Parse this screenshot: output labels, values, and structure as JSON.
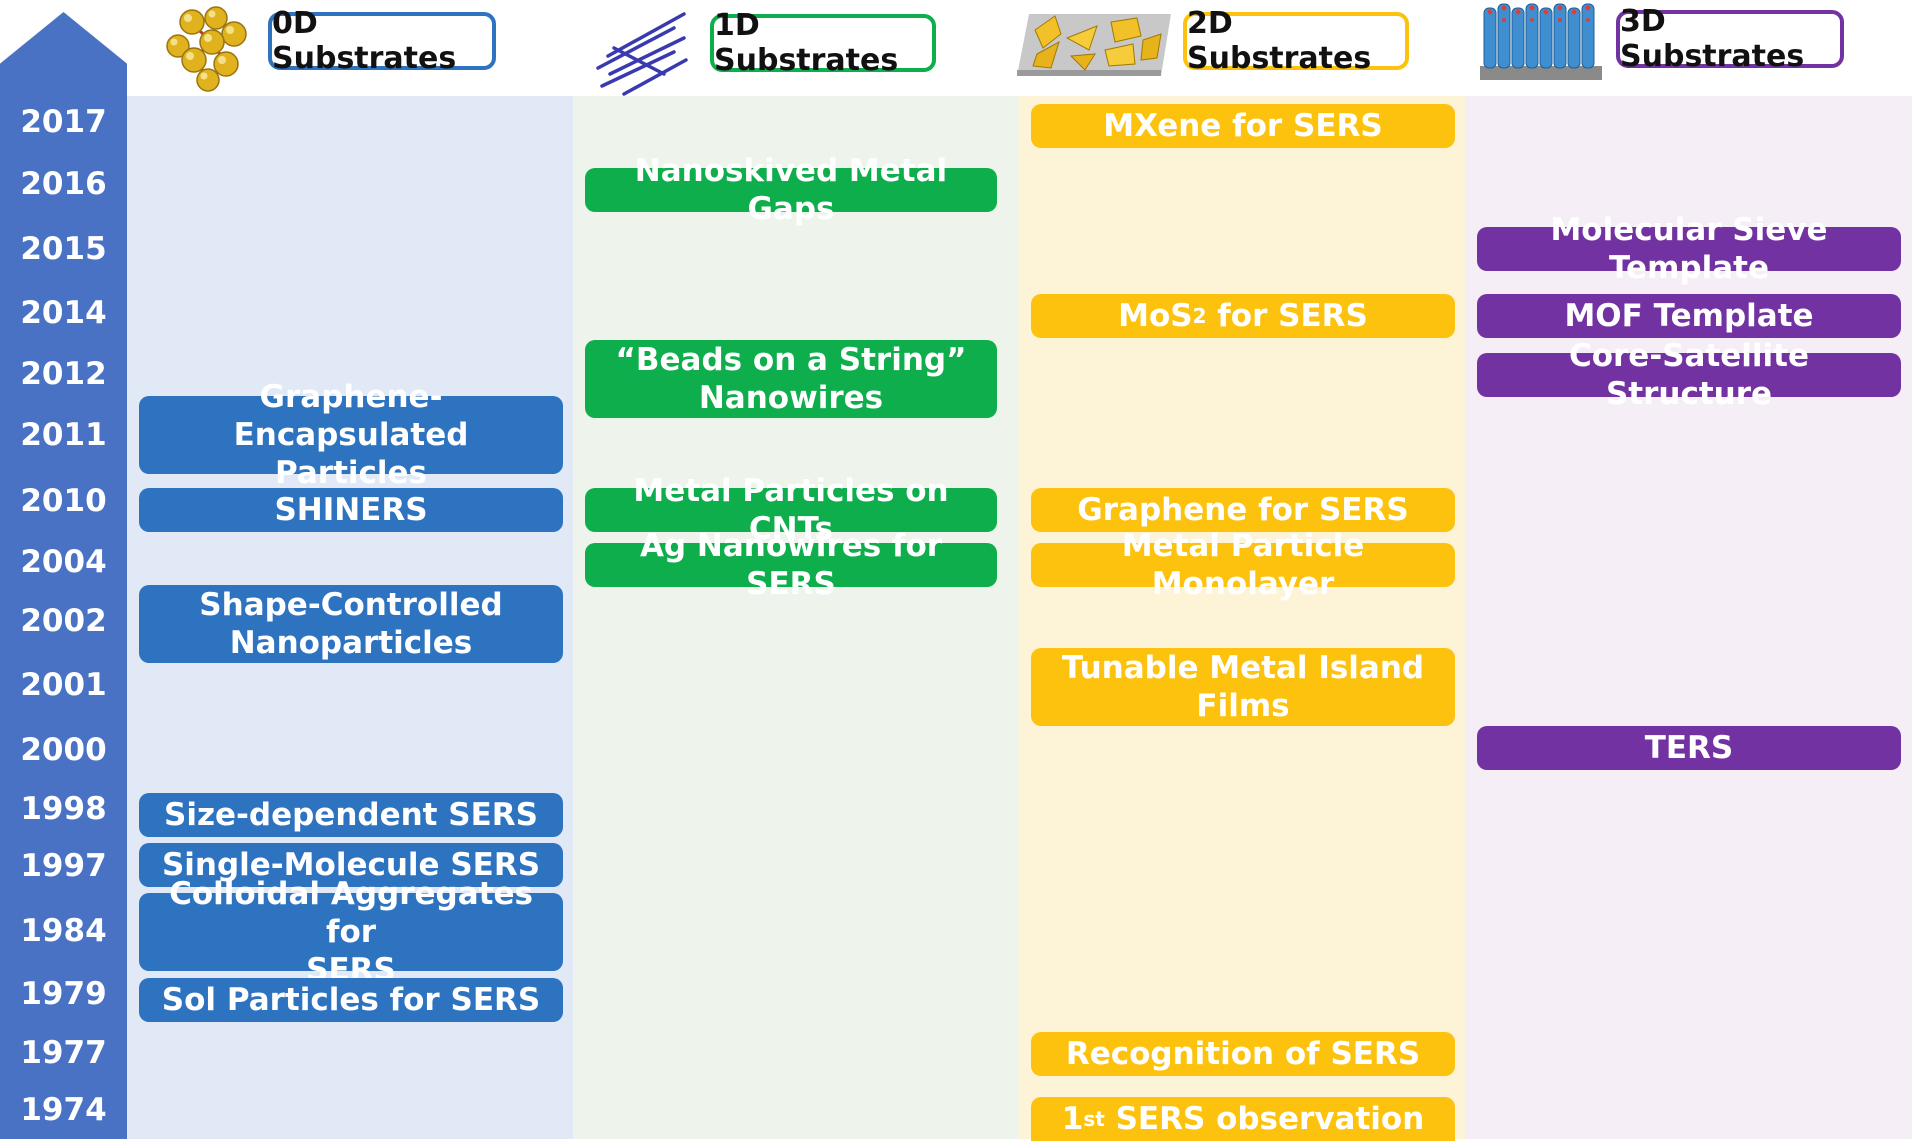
{
  "colors": {
    "axis": "#4a72c4",
    "col0_bg": "#e1e8f6",
    "col1_bg": "#eef4ec",
    "col2_bg": "#fdf3d7",
    "col3_bg": "#f6eef6",
    "box0": "#2e73c0",
    "box1": "#0eae4c",
    "box2": "#fdc20e",
    "box3": "#7232a2"
  },
  "headers": [
    {
      "label": "0D Substrates",
      "icon": "nanoparticle-cluster-icon"
    },
    {
      "label": "1D Substrates",
      "icon": "nanowires-icon"
    },
    {
      "label": "2D Substrates",
      "icon": "nanoplates-film-icon"
    },
    {
      "label": "3D Substrates",
      "icon": "nanopillar-array-icon"
    }
  ],
  "years": [
    "2017",
    "2016",
    "2015",
    "2014",
    "2012",
    "2011",
    "2010",
    "2004",
    "2002",
    "2001",
    "2000",
    "1998",
    "1997",
    "1984",
    "1979",
    "1977",
    "1974"
  ],
  "col0": {
    "graphene_encapsulated_line1": "Graphene-Encapsulated",
    "graphene_encapsulated_line2": "Particles",
    "shiners": "SHINERS",
    "shape_controlled_line1": "Shape-Controlled",
    "shape_controlled_line2": "Nanoparticles",
    "size_dependent": "Size-dependent SERS",
    "single_molecule": "Single-Molecule SERS",
    "colloidal_line1": "Colloidal Aggregates for",
    "colloidal_line2": "SERS",
    "sol_particles": "Sol Particles for SERS"
  },
  "col1": {
    "nanoskived": "Nanoskived Metal Gaps",
    "beads_line1": "“Beads on a String”",
    "beads_line2": "Nanowires",
    "metal_cnts": "Metal Particles on CNTs",
    "ag_nanowires": "Ag Nanowires for SERS"
  },
  "col2": {
    "mxene": "MXene for SERS",
    "mos2_a": "MoS",
    "mos2_sub": "2",
    "mos2_b": " for SERS",
    "graphene": "Graphene for SERS",
    "monolayer": "Metal Particle Monolayer",
    "island_line1": "Tunable Metal Island",
    "island_line2": "Films",
    "recognition": "Recognition of SERS",
    "first_a": "1",
    "first_sup": "st",
    "first_b": " SERS observation"
  },
  "col3": {
    "sieve": "Molecular Sieve Template",
    "mof": "MOF Template",
    "core_satellite": "Core-Satellite Structure",
    "ters": "TERS"
  }
}
